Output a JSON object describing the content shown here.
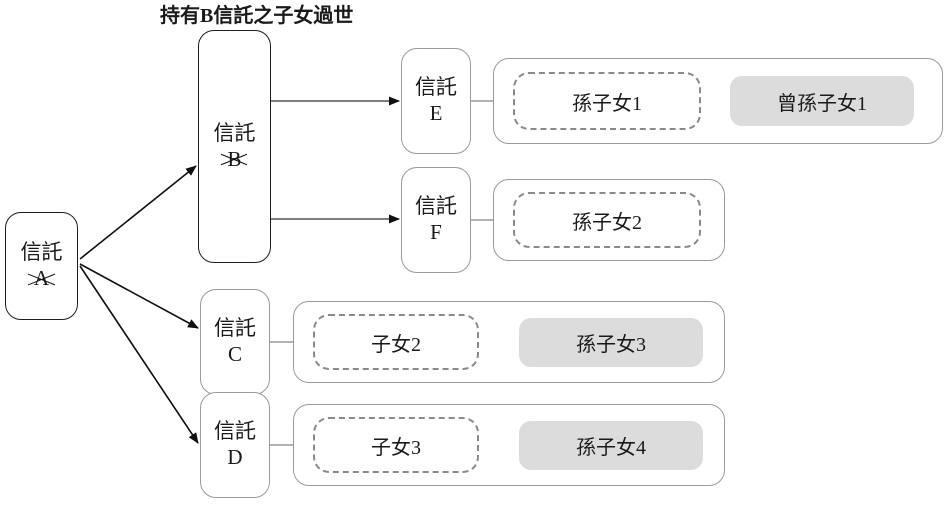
{
  "diagram": {
    "title": "持有B信託之子女過世",
    "colors": {
      "grey_fill": "#dcdcdc",
      "panel_border": "#9a9a9a",
      "dash_border": "#8a8a8a",
      "strong_border": "#1d1d1d",
      "text": "#1a1a1a",
      "edge_dark": "#111111",
      "edge_light": "#8c8c8c"
    },
    "nodes": {
      "trust_a": {
        "word": "信託",
        "tag": "A",
        "struck": true
      },
      "trust_b": {
        "word": "信託",
        "tag": "B",
        "struck": true
      },
      "trust_e": {
        "word": "信託",
        "tag": "E",
        "struck": false
      },
      "trust_f": {
        "word": "信託",
        "tag": "F",
        "struck": false
      },
      "trust_c": {
        "word": "信託",
        "tag": "C",
        "struck": false
      },
      "trust_d": {
        "word": "信託",
        "tag": "D",
        "struck": false
      }
    },
    "rows": [
      {
        "key": "row-e",
        "dashed_label": "孫子女1",
        "grey_label": "曾孫子女1"
      },
      {
        "key": "row-f",
        "dashed_label": "孫子女2",
        "grey_label": null
      },
      {
        "key": "row-c",
        "dashed_label": "子女2",
        "grey_label": "孫子女3"
      },
      {
        "key": "row-d",
        "dashed_label": "子女3",
        "grey_label": "孫子女4"
      }
    ]
  }
}
